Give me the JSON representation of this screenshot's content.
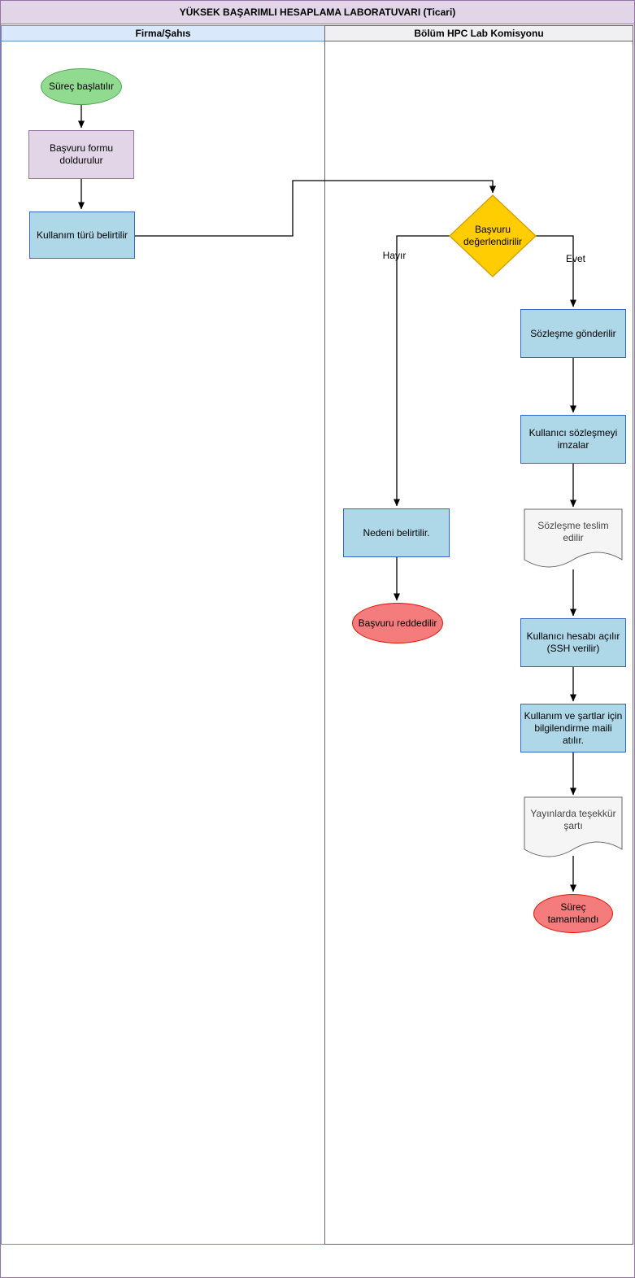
{
  "title": "YÜKSEK BAŞARIMLI HESAPLAMA LABORATUVARI (Ticari)",
  "lanes": {
    "left": {
      "label": "Firma/Şahıs"
    },
    "right": {
      "label": "Bölüm HPC Lab Komisyonu"
    }
  },
  "nodes": {
    "start": {
      "type": "start-ellipse",
      "label": "Süreç başlatılır"
    },
    "fill_form": {
      "type": "process",
      "label": "Başvuru formu doldurulur"
    },
    "usage_type": {
      "type": "process",
      "label": "Kullanım türü belirtilir"
    },
    "evaluate": {
      "type": "decision",
      "label": "Başvuru değerlendirilir"
    },
    "state_reason": {
      "type": "process",
      "label": "Nedeni belirtilir."
    },
    "rejected": {
      "type": "end-ellipse",
      "label": "Başvuru reddedilir"
    },
    "send_contract": {
      "type": "process",
      "label": "Sözleşme gönderilir"
    },
    "sign_contract": {
      "type": "process",
      "label": "Kullanıcı sözleşmeyi imzalar"
    },
    "deliver_contract": {
      "type": "document",
      "label": "Sözleşme teslim edilir"
    },
    "open_account": {
      "type": "process",
      "label": "Kullanıcı hesabı açılır (SSH verilir)"
    },
    "info_mail": {
      "type": "process",
      "label": "Kullanım ve şartlar için bilgilendirme maili atılır."
    },
    "ack_clause": {
      "type": "document",
      "label": "Yayınlarda teşekkür şartı"
    },
    "completed": {
      "type": "end-ellipse",
      "label": "Süreç tamamlandı"
    }
  },
  "edges": {
    "no": {
      "label": "Hayır"
    },
    "yes": {
      "label": "Evet"
    }
  },
  "colors": {
    "title_fill": "#e1d5e7",
    "title_border": "#9673a6",
    "lane_left_fill": "#dae8fc",
    "lane_left_border": "#6c8ebf",
    "lane_right_fill": "#f0f0f2",
    "lane_right_border": "#666666",
    "start_fill": "#90db90",
    "start_border": "#54a254",
    "purple_fill": "#e1d5e7",
    "purple_border": "#9673a6",
    "blue_fill": "#aed7e8",
    "blue_border": "#3566c5",
    "decision_fill": "#ffcd02",
    "decision_border": "#d79b00",
    "doc_fill": "#f5f5f5",
    "doc_border": "#666666",
    "end_fill": "#f47c7c",
    "end_border": "#e51400",
    "connector_color": "#000000"
  }
}
